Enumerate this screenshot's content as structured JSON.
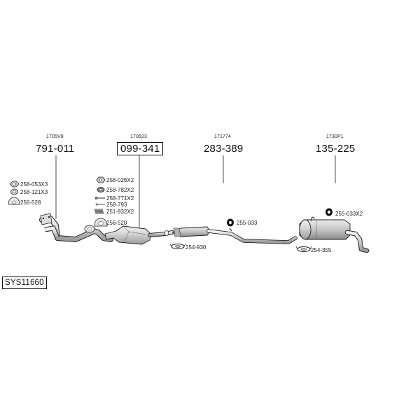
{
  "system_code": "SYS11660",
  "sections": [
    {
      "id": "front-pipe",
      "ref": "1705V8",
      "part_number": "791-011",
      "boxed": false
    },
    {
      "id": "catalyst",
      "ref": "170623",
      "part_number": "099-341",
      "boxed": true
    },
    {
      "id": "middle-silencer",
      "ref": "171774",
      "part_number": "283-389",
      "boxed": false
    },
    {
      "id": "rear-silencer",
      "ref": "1730P1",
      "part_number": "135-225",
      "boxed": false
    }
  ],
  "accessories": {
    "front": [
      "258-053X3",
      "258-121X3",
      "256-528"
    ],
    "catalyst": [
      "258-026X2",
      "258-782X2",
      "258-771X2",
      "258-793",
      "251-932X2",
      "256-520"
    ],
    "middle_clamp": "254-930",
    "middle_hanger": "255-033",
    "rear_hanger": "255-033X2",
    "rear_clamp": "254-355"
  }
}
